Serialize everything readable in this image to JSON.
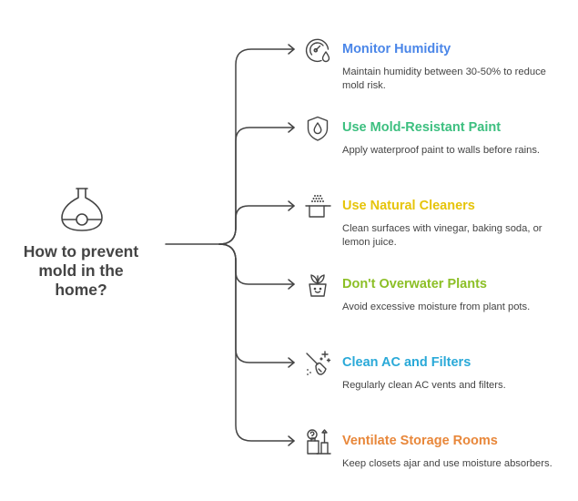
{
  "center": {
    "title_line1": "How to prevent",
    "title_line2": "mold in the",
    "title_line3": "home?",
    "icon": "diffuser-icon"
  },
  "branches": [
    {
      "title": "Monitor Humidity",
      "description": "Maintain humidity between 30-50% to reduce mold risk.",
      "color": "#4a86e8",
      "icon": "gauge-icon"
    },
    {
      "title": "Use Mold-Resistant Paint",
      "description": "Apply waterproof paint to walls before rains.",
      "color": "#3cbf7f",
      "icon": "water-shield-icon"
    },
    {
      "title": "Use Natural Cleaners",
      "description": "Clean surfaces with vinegar, baking soda, or lemon juice.",
      "color": "#e6c40a",
      "icon": "cleaning-cup-icon"
    },
    {
      "title": "Don't Overwater Plants",
      "description": "Avoid excessive moisture from plant pots.",
      "color": "#8cbf26",
      "icon": "potted-plant-icon"
    },
    {
      "title": "Clean AC and Filters",
      "description": "Regularly clean AC vents and filters.",
      "color": "#29a9d8",
      "icon": "broom-icon"
    },
    {
      "title": "Ventilate Storage Rooms",
      "description": "Keep closets ajar and use moisture absorbers.",
      "color": "#e8873a",
      "icon": "storage-items-icon"
    }
  ]
}
